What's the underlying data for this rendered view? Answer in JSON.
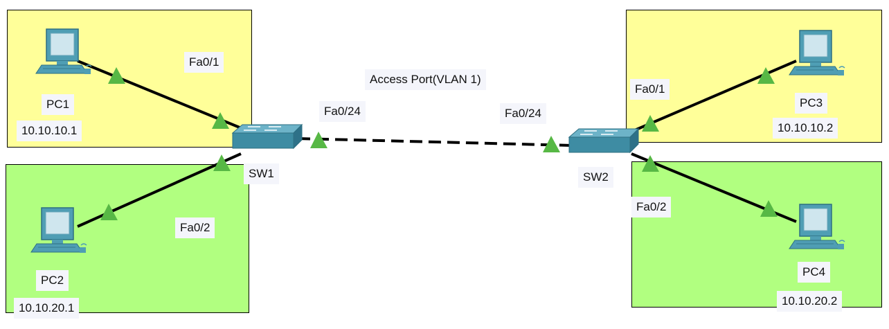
{
  "colors": {
    "vlan10_zone": "#ffff99",
    "vlan20_zone": "#b1ff80",
    "link": "#000000",
    "port_up": "#57b845",
    "device": "#4f9eb4"
  },
  "links": {
    "trunk_note": "Access Port(VLAN 1)"
  },
  "devices": {
    "sw1": {
      "name": "SW1",
      "icon": "switch-icon"
    },
    "sw2": {
      "name": "SW2",
      "icon": "switch-icon"
    },
    "pc1": {
      "name": "PC1",
      "ip": "10.10.10.1",
      "icon": "pc-icon"
    },
    "pc2": {
      "name": "PC2",
      "ip": "10.10.20.1",
      "icon": "pc-icon"
    },
    "pc3": {
      "name": "PC3",
      "ip": "10.10.10.2",
      "icon": "pc-icon"
    },
    "pc4": {
      "name": "PC4",
      "ip": "10.10.20.2",
      "icon": "pc-icon"
    }
  },
  "ports": {
    "sw1_fa01": "Fa0/1",
    "sw1_fa02": "Fa0/2",
    "sw1_fa024": "Fa0/24",
    "sw2_fa024": "Fa0/24",
    "sw2_fa01": "Fa0/1",
    "sw2_fa02": "Fa0/2"
  }
}
